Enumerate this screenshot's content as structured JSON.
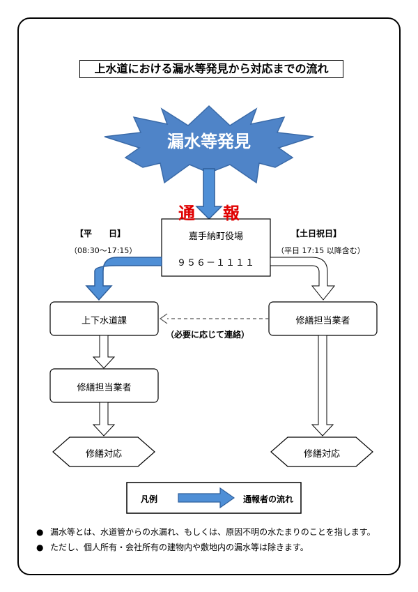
{
  "title": "上水道における漏水等発見から対応までの流れ",
  "discovery": "漏水等発見",
  "report_left": "通",
  "report_right": "報",
  "weekday": {
    "label": "【平　　日】",
    "hours": "（08:30～17:15）"
  },
  "holiday": {
    "label": "【土日祝日】",
    "hours": "（平日 17:15 以降含む）"
  },
  "office": {
    "name": "嘉手納町役場",
    "phone": "９５６－１１１１"
  },
  "water_dept": "上下水道課",
  "contractor_left": "修繕担当業者",
  "contractor_right": "修繕担当業者",
  "contact_note": "（必要に応じて連絡）",
  "repair_left": "修繕対応",
  "repair_right": "修繕対応",
  "legend": {
    "label": "凡例",
    "text": "通報者の流れ"
  },
  "notes": [
    "漏水等とは、水道管からの水漏れ、もしくは、原因不明の水たまりのことを指します。",
    "ただし、個人所有・会社所有の建物内や敷地内の漏水等は除きます。"
  ],
  "colors": {
    "flow_fill": "#4f8fd6",
    "flow_stroke": "#2e5f9c",
    "burst_fill": "#4f84c8",
    "report_red": "#e00000"
  }
}
